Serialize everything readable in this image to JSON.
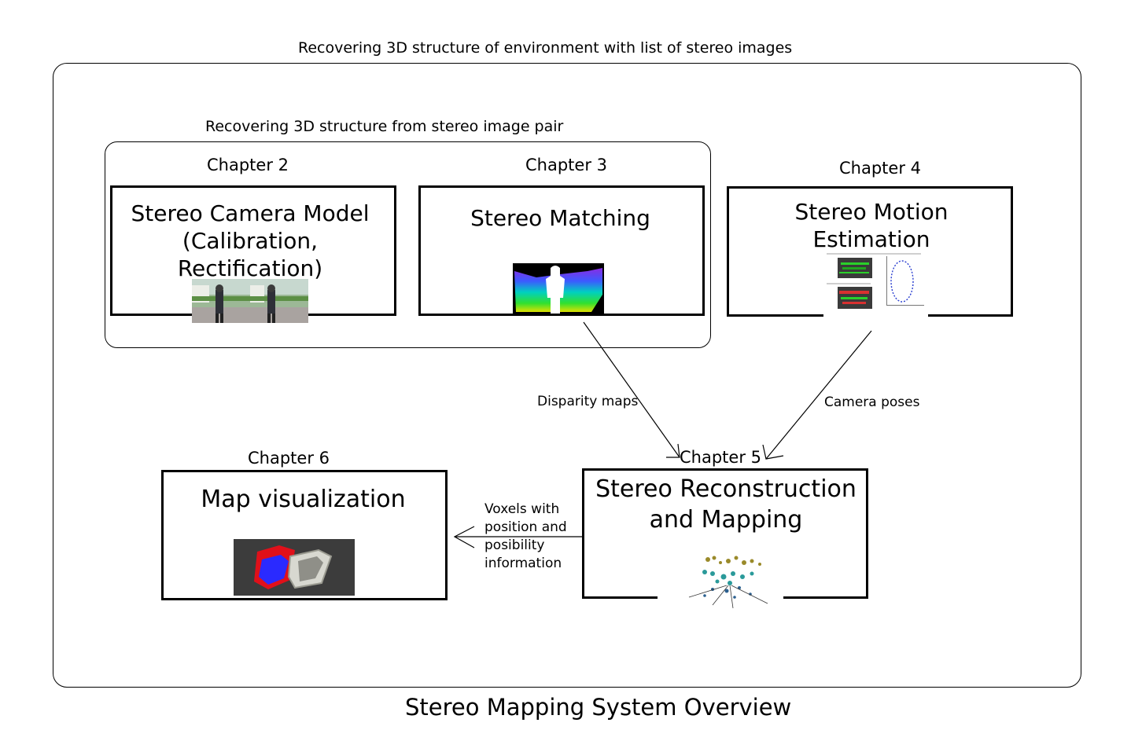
{
  "figure": {
    "title": "Stereo Mapping System Overview",
    "outer_label": "Recovering 3D structure of environment with list of stereo images",
    "inner_label": "Recovering 3D structure from stereo image pair"
  },
  "blocks": {
    "ch2": {
      "chapter": "Chapter 2",
      "title": "Stereo Camera Model\n(Calibration,\nRectification)"
    },
    "ch3": {
      "chapter": "Chapter 3",
      "title": "Stereo Matching"
    },
    "ch4": {
      "chapter": "Chapter 4",
      "title": "Stereo Motion\nEstimation"
    },
    "ch5": {
      "chapter": "Chapter 5",
      "title": "Stereo Reconstruction\nand Mapping"
    },
    "ch6": {
      "chapter": "Chapter 6",
      "title": "Map visualization"
    }
  },
  "edges": {
    "disparity": "Disparity maps",
    "poses": "Camera poses",
    "voxels": "Voxels with\nposition and\nposibility\ninformation"
  }
}
